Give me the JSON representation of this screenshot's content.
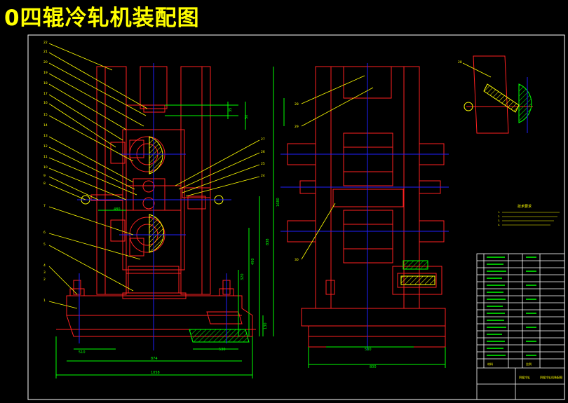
{
  "title": "0四辊冷轧机装配图",
  "front_view": {
    "part_numbers": [
      "22",
      "21",
      "20",
      "19",
      "18",
      "17",
      "16",
      "15",
      "14",
      "13",
      "12",
      "11",
      "10",
      "9",
      "8",
      "7",
      "6",
      "5",
      "4",
      "3",
      "2",
      "1"
    ],
    "right_part_numbers": [
      "27",
      "26",
      "25",
      "24"
    ],
    "dims": {
      "top_small_a": "35",
      "top_small_b": "50",
      "left_small": "480",
      "h1": "1680",
      "h2": "838",
      "h3": "490",
      "h4": "320",
      "h5": "130",
      "bottom_a": "510",
      "bottom_b": "530",
      "bottom_c": "874",
      "bottom_d": "1058"
    }
  },
  "side_view": {
    "part_numbers": [
      "28",
      "29",
      "30"
    ],
    "dims": {
      "bottom_a": "530",
      "bottom_b": "800"
    }
  },
  "detail_view": {
    "part_number": "28"
  },
  "tech_notes": {
    "heading": "技术要求",
    "lines": [
      "1.",
      "2.",
      "3.",
      "4."
    ]
  },
  "title_block": {
    "company": "四辊冷轧",
    "drawing_name": "四辊冷轧机装配图",
    "material_label": "材料",
    "scale_label": "比例"
  },
  "colors": {
    "frame": "#ffffff",
    "outline": "#ff2020",
    "center": "#2020ff",
    "dimension": "#00ff00",
    "hatch": "#ffff00",
    "title": "#ffff00",
    "leader": "#ffff00"
  }
}
